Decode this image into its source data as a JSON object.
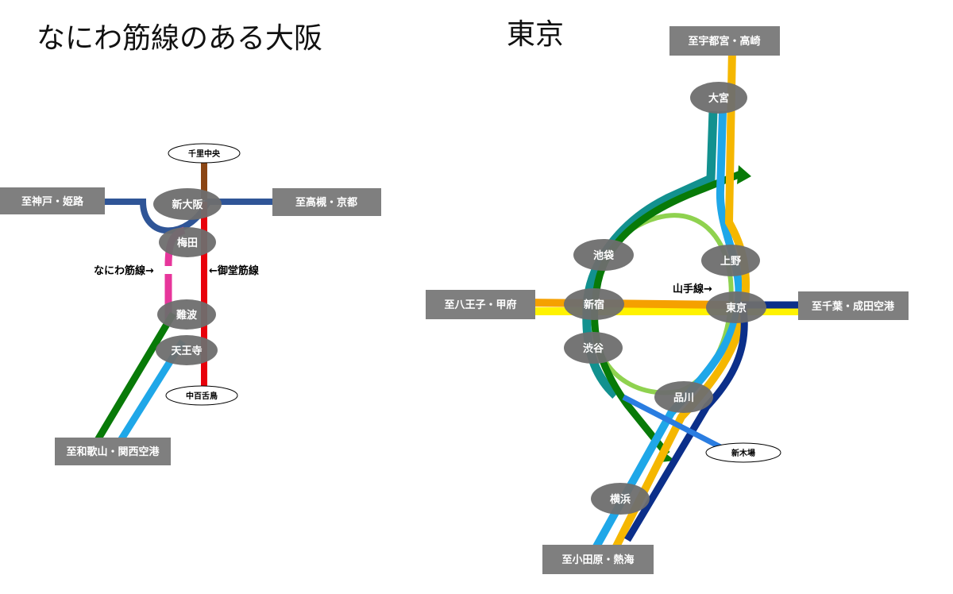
{
  "osaka": {
    "title": "なにわ筋線のある大阪",
    "destinations": {
      "kobe": "至神戸・姫路",
      "kyoto": "至高槻・京都",
      "wakayama": "至和歌山・関西空港"
    },
    "terminals": {
      "senri": "千里中央",
      "nakamozu": "中百舌鳥"
    },
    "stations": {
      "shin_osaka": "新大阪",
      "umeda": "梅田",
      "namba": "難波",
      "tennoji": "天王寺"
    },
    "line_labels": {
      "naniwasuji": "なにわ筋線→",
      "midosuji": "←御堂筋線"
    }
  },
  "tokyo": {
    "title": "東京",
    "destinations": {
      "utsunomiya": "至宇都宮・高崎",
      "hachioji": "至八王子・甲府",
      "chiba": "至千葉・成田空港",
      "odawara": "至小田原・熱海"
    },
    "terminals": {
      "shinkiba": "新木場"
    },
    "stations": {
      "omiya": "大宮",
      "ikebukuro": "池袋",
      "ueno": "上野",
      "shinjuku": "新宿",
      "tokyo": "東京",
      "shibuya": "渋谷",
      "shinagawa": "品川",
      "yokohama": "横浜"
    },
    "line_labels": {
      "yamanote": "山手線→"
    }
  },
  "colors": {
    "station_fill": "#6e6e6e",
    "dest_box": "#7f7f7f",
    "red": "#e8000a",
    "brown": "#8b4513",
    "navy": "#2f5597",
    "magenta": "#e7369b",
    "green": "#087a08",
    "skyblue": "#1fa7e8",
    "teal": "#12918f",
    "yellow": "#fff200",
    "orange": "#f5a000",
    "lightgreen": "#8fd24f",
    "darkblue": "#0b2f8a",
    "blue": "#2a7de1"
  }
}
